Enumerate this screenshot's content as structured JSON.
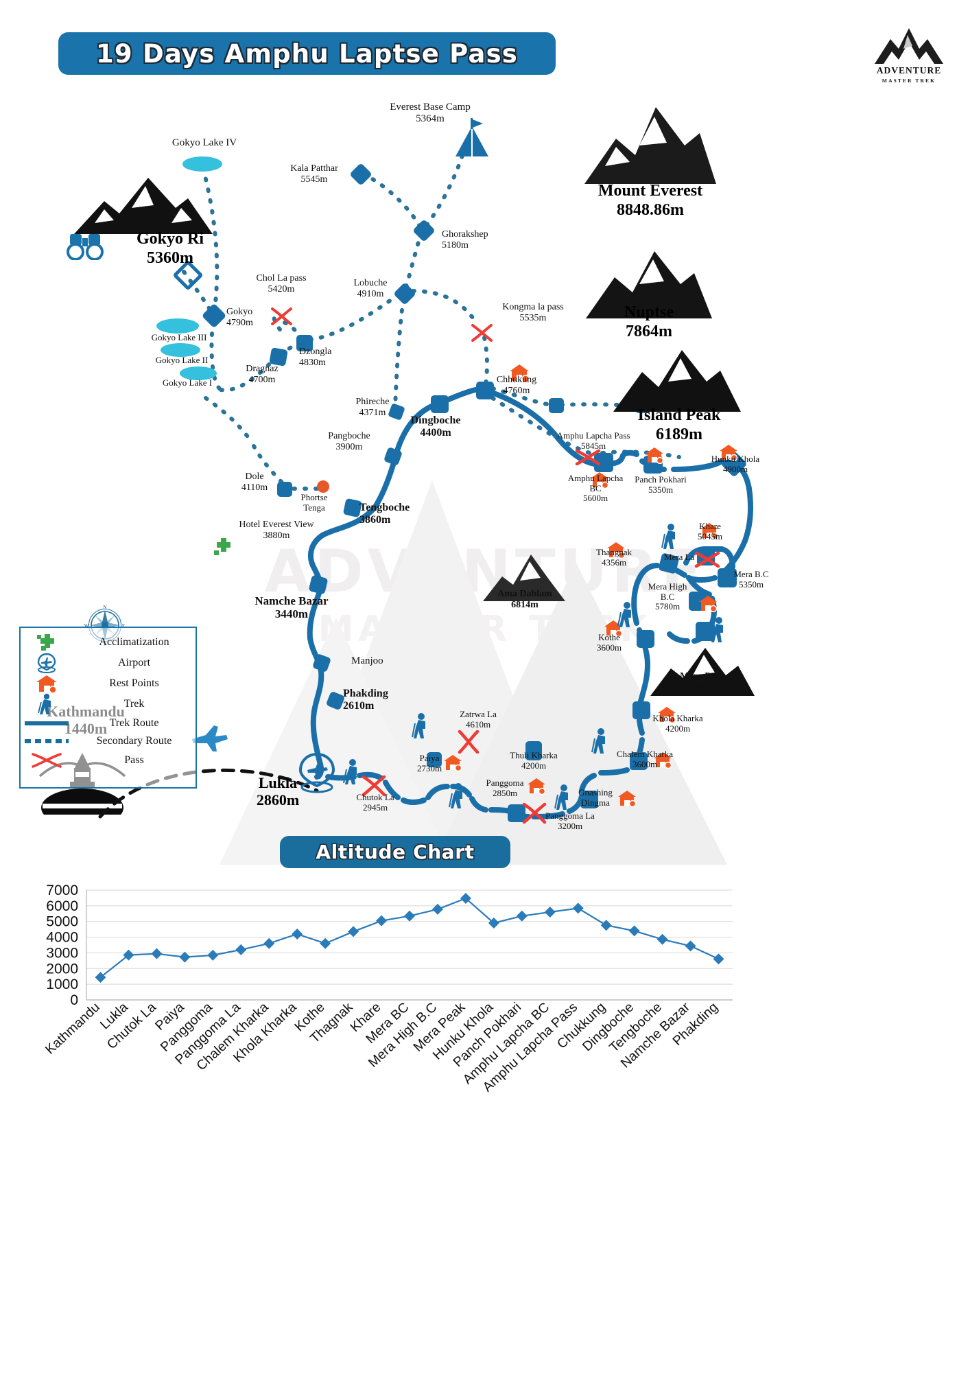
{
  "header": {
    "title": "19 Days Amphu Laptse Pass",
    "logo_name": "ADVENTURE",
    "logo_sub": "MASTER TREK",
    "logo_icon": "mountain-logo-icon"
  },
  "watermark": {
    "line1": "ADVENTURE",
    "line2": "MASTER TREK"
  },
  "colors": {
    "brand_blue": "#1a74ab",
    "route_blue": "#1b6fa8",
    "secondary_blue": "#2b7399",
    "pass_red": "#ee3b35",
    "rest_orange": "#f05a22",
    "lake_cyan": "#35c0de",
    "acclim_green": "#3aa84a"
  },
  "legend": {
    "items": [
      {
        "icon": "acclimatization-cross-icon",
        "label": "Acclimatization"
      },
      {
        "icon": "airport-pin-icon",
        "label": "Airport"
      },
      {
        "icon": "rest-house-icon",
        "label": "Rest Points"
      },
      {
        "icon": "trekker-icon",
        "label": "Trek"
      },
      {
        "icon": "solid-line-icon",
        "label": "Trek Route"
      },
      {
        "icon": "dashed-line-icon",
        "label": "Secondary Route"
      },
      {
        "icon": "pass-cross-icon",
        "label": "Pass"
      }
    ],
    "compass": {
      "n": "N",
      "s": "S",
      "e": "E",
      "w": "W"
    }
  },
  "peaks": [
    {
      "name": "Mount Everest",
      "altitude": "8848.86m"
    },
    {
      "name": "Nuptse",
      "altitude": "7864m"
    },
    {
      "name": "Island Peak",
      "altitude": "6189m"
    },
    {
      "name": "Gokyo Ri",
      "altitude": "5360m"
    },
    {
      "name": "Ama Dablam",
      "altitude": "6814m"
    },
    {
      "name": "Mera Peak",
      "altitude": "6476m"
    }
  ],
  "lakes": [
    {
      "name": "Gokyo Lake IV"
    },
    {
      "name": "Gokyo Lake III"
    },
    {
      "name": "Gokyo Lake II"
    },
    {
      "name": "Gokyo Lake I"
    }
  ],
  "map_points": [
    {
      "name": "Everest Base Camp",
      "altitude": "5364m"
    },
    {
      "name": "Kala Patthar",
      "altitude": "5545m"
    },
    {
      "name": "Ghorakshep",
      "altitude": "5180m"
    },
    {
      "name": "Lobuche",
      "altitude": "4910m"
    },
    {
      "name": "Chol La pass",
      "altitude": "5420m"
    },
    {
      "name": "Kongma la pass",
      "altitude": "5535m"
    },
    {
      "name": "Gokyo",
      "altitude": "4790m"
    },
    {
      "name": "Dzongla",
      "altitude": "4830m"
    },
    {
      "name": "Dragnaz",
      "altitude": "4700m"
    },
    {
      "name": "Phireche",
      "altitude": "4371m"
    },
    {
      "name": "Dingboche",
      "altitude": "4400m"
    },
    {
      "name": "Chhukung",
      "altitude": "4760m"
    },
    {
      "name": "Pangboche",
      "altitude": "3900m"
    },
    {
      "name": "Dole",
      "altitude": "4110m"
    },
    {
      "name": "Phortse Tenga",
      "altitude": ""
    },
    {
      "name": "Tengboche",
      "altitude": "3860m"
    },
    {
      "name": "Hotel Everest View",
      "altitude": "3880m"
    },
    {
      "name": "Namche Bazar",
      "altitude": "3440m"
    },
    {
      "name": "Manjoo",
      "altitude": ""
    },
    {
      "name": "Phakding",
      "altitude": "2610m"
    },
    {
      "name": "Lukla",
      "altitude": "2860m"
    },
    {
      "name": "Kathmandu",
      "altitude": "1440m"
    },
    {
      "name": "Chutok La",
      "altitude": "2945m"
    },
    {
      "name": "Paiya",
      "altitude": "2730m"
    },
    {
      "name": "Panggoma",
      "altitude": "2850m"
    },
    {
      "name": "Panggoma La",
      "altitude": "3200m"
    },
    {
      "name": "Gnashing Dingma",
      "altitude": ""
    },
    {
      "name": "Zatrwa La",
      "altitude": "4610m"
    },
    {
      "name": "Thuli Kharka",
      "altitude": "4200m"
    },
    {
      "name": "Chalem Kharka",
      "altitude": "3600m"
    },
    {
      "name": "Khola Kharka",
      "altitude": "4200m"
    },
    {
      "name": "Kothe",
      "altitude": "3600m"
    },
    {
      "name": "Thangnak",
      "altitude": "4356m"
    },
    {
      "name": "Khare",
      "altitude": "5045m"
    },
    {
      "name": "Mera La",
      "altitude": ""
    },
    {
      "name": "Mera B.C",
      "altitude": "5350m"
    },
    {
      "name": "Mera High B.C",
      "altitude": "5780m"
    },
    {
      "name": "Hunku Khola",
      "altitude": "4900m"
    },
    {
      "name": "Panch Pokhari",
      "altitude": "5350m"
    },
    {
      "name": "Amphu Lapcha Pass",
      "altitude": "5845m"
    },
    {
      "name": "Amphu Lapcha BC",
      "altitude": "5600m"
    }
  ],
  "labels": {
    "everest_base_camp": "Everest Base Camp",
    "everest_base_camp_alt": "5364m",
    "kala_patthar": "Kala Patthar",
    "kala_patthar_alt": "5545m",
    "ghorakshep": "Ghorakshep",
    "ghorakshep_alt": "5180m",
    "lobuche": "Lobuche",
    "lobuche_alt": "4910m",
    "chol_la": "Chol La pass",
    "chol_la_alt": "5420m",
    "kongma_la": "Kongma la pass",
    "kongma_la_alt": "5535m",
    "gokyo": "Gokyo",
    "gokyo_alt": "4790m",
    "dzongla": "Dzongla",
    "dzongla_alt": "4830m",
    "dragnaz": "Dragnaz",
    "dragnaz_alt": "4700m",
    "phireche": "Phireche",
    "phireche_alt": "4371m",
    "dingboche": "Dingboche",
    "dingboche_alt": "4400m",
    "chhukung": "Chhukung",
    "chhukung_alt": "4760m",
    "pangboche": "Pangboche",
    "pangboche_alt": "3900m",
    "dole": "Dole",
    "dole_alt": "4110m",
    "phortse": "Phortse",
    "tenga": "Tenga",
    "tengboche": "Tengboche",
    "tengboche_alt": "3860m",
    "hotel_ev": "Hotel Everest View",
    "hotel_ev_alt": "3880m",
    "namche": "Namche Bazar",
    "namche_alt": "3440m",
    "manjoo": "Manjoo",
    "phakding": "Phakding",
    "phakding_alt": "2610m",
    "lukla": "Lukla",
    "lukla_alt": "2860m",
    "kathmandu": "Kathmandu",
    "kathmandu_alt": "1440m",
    "chutok_la": "Chutok La",
    "chutok_la_alt": "2945m",
    "paiya": "Paiya",
    "paiya_alt": "2730m",
    "panggoma": "Panggoma",
    "panggoma_alt": "2850m",
    "panggoma_la": "Panggoma La",
    "panggoma_la_alt": "3200m",
    "gnashing": "Gnashing",
    "dingma": "Dingma",
    "zatrwa_la": "Zatrwa La",
    "zatrwa_la_alt": "4610m",
    "thuli_kharka": "Thuli Kharka",
    "thuli_kharka_alt": "4200m",
    "chalem_kharka": "Chalem Kharka",
    "chalem_kharka_alt": "3600m",
    "khola_kharka": "Khola Kharka",
    "khola_kharka_alt": "4200m",
    "kothe": "Kothe",
    "kothe_alt": "3600m",
    "thangnak": "Thangnak",
    "thangnak_alt": "4356m",
    "khare": "Khare",
    "khare_alt": "5045m",
    "mera_la": "Mera La",
    "mera_bc": "Mera B.C",
    "mera_bc_alt": "5350m",
    "mera_high_bc": "Mera High",
    "mera_high_bc2": "B.C",
    "mera_high_bc_alt": "5780m",
    "hunku_khola": "Hunku Khola",
    "hunku_khola_alt": "4900m",
    "panch_pokhari": "Panch Pokhari",
    "panch_pokhari_alt": "5350m",
    "amphu_pass": "Amphu Lapcha Pass",
    "amphu_pass_alt": "5845m",
    "amphu_bc": "Amphu Lapcha",
    "amphu_bc2": "BC",
    "amphu_bc_alt": "5600m",
    "everest": "Mount Everest",
    "everest_alt": "8848.86m",
    "nuptse": "Nuptse",
    "nuptse_alt": "7864m",
    "island_peak": "Island Peak",
    "island_peak_alt": "6189m",
    "gokyo_ri": "Gokyo Ri",
    "gokyo_ri_alt": "5360m",
    "ama_dablam": "Ama Dablam",
    "ama_dablam_alt": "6814m",
    "mera_peak": "Mera Peak",
    "mera_peak_alt": "6476m",
    "lake4": "Gokyo Lake IV",
    "lake3": "Gokyo Lake III",
    "lake2": "Gokyo Lake II",
    "lake1": "Gokyo Lake I"
  },
  "chart_title": "Altitude Chart",
  "chart_data": {
    "type": "line",
    "title": "Altitude Chart",
    "xlabel": "",
    "ylabel": "",
    "ylim": [
      0,
      7000
    ],
    "yticks": [
      0,
      1000,
      2000,
      3000,
      4000,
      5000,
      6000,
      7000
    ],
    "grid": true,
    "legend": "none",
    "marker": "diamond",
    "categories": [
      "Kathmandu",
      "Lukla",
      "Chutok La",
      "Paiya",
      "Panggoma",
      "Panggoma La",
      "Chalem Kharka",
      "Khola Kharka",
      "Kothe",
      "Thagnak",
      "Khare",
      "Mera BC",
      "Mera High B.C",
      "Mera Peak",
      "Hunku Khola",
      "Panch Pokhari",
      "Amphu Lapcha BC",
      "Amphu Lapcha Pass",
      "Chukkung",
      "Dingboche",
      "Tengboche",
      "Namche Bazar",
      "Phakding"
    ],
    "values": [
      1440,
      2860,
      2945,
      2730,
      2850,
      3200,
      3600,
      4200,
      3600,
      4356,
      5045,
      5350,
      5780,
      6476,
      4900,
      5350,
      5600,
      5845,
      4760,
      4400,
      3860,
      3440,
      2610
    ]
  }
}
